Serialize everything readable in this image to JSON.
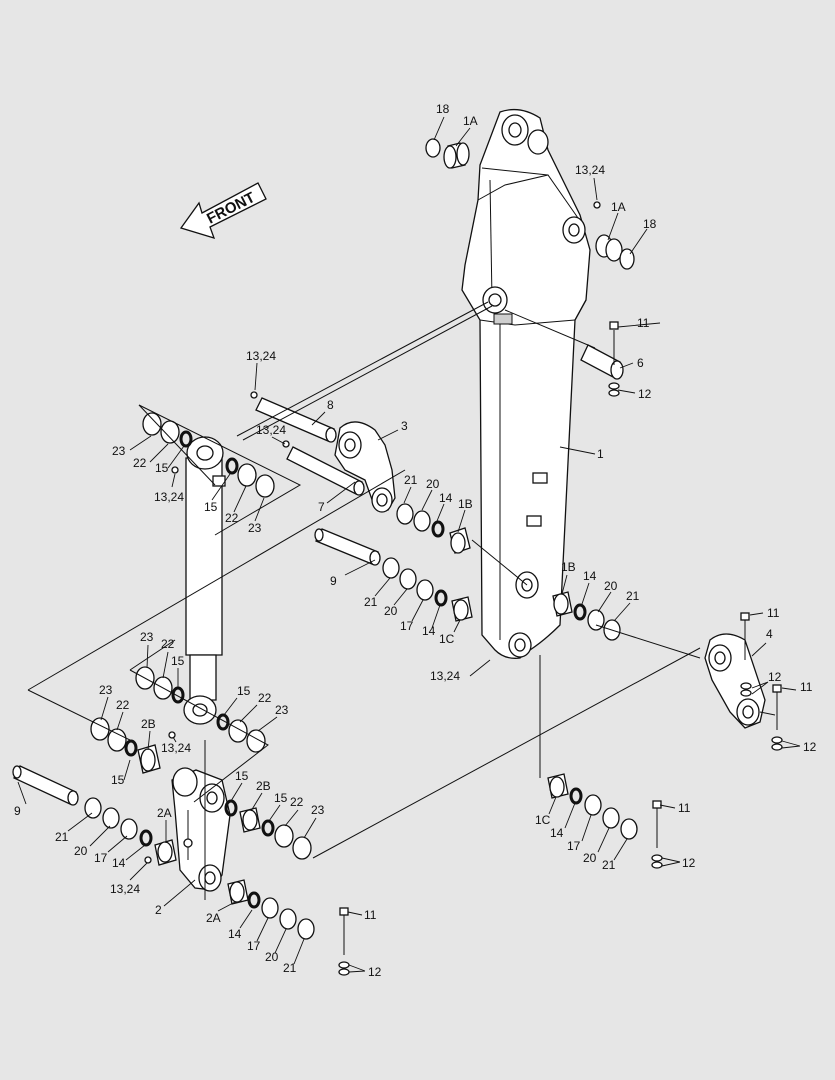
{
  "front_label": "FRONT",
  "labels": [
    "18",
    "1A",
    "13,24",
    "1A",
    "18",
    "11",
    "6",
    "12",
    "1",
    "13,24",
    "8",
    "3",
    "13,24",
    "23",
    "22",
    "15",
    "13,24",
    "15",
    "22",
    "23",
    "7",
    "21",
    "20",
    "14",
    "1B",
    "9",
    "21",
    "20",
    "17",
    "14",
    "1C",
    "1B",
    "14",
    "20",
    "21",
    "11",
    "4",
    "12",
    "11",
    "12",
    "13,24",
    "23",
    "22",
    "15",
    "23",
    "22",
    "15",
    "22",
    "23",
    "2B",
    "13,24",
    "15",
    "15",
    "2B",
    "15",
    "22",
    "23",
    "9",
    "21",
    "20",
    "17",
    "14",
    "2A",
    "13,24",
    "2",
    "1C",
    "14",
    "17",
    "20",
    "21",
    "11",
    "12",
    "2A",
    "14",
    "17",
    "20",
    "21",
    "11",
    "12"
  ]
}
